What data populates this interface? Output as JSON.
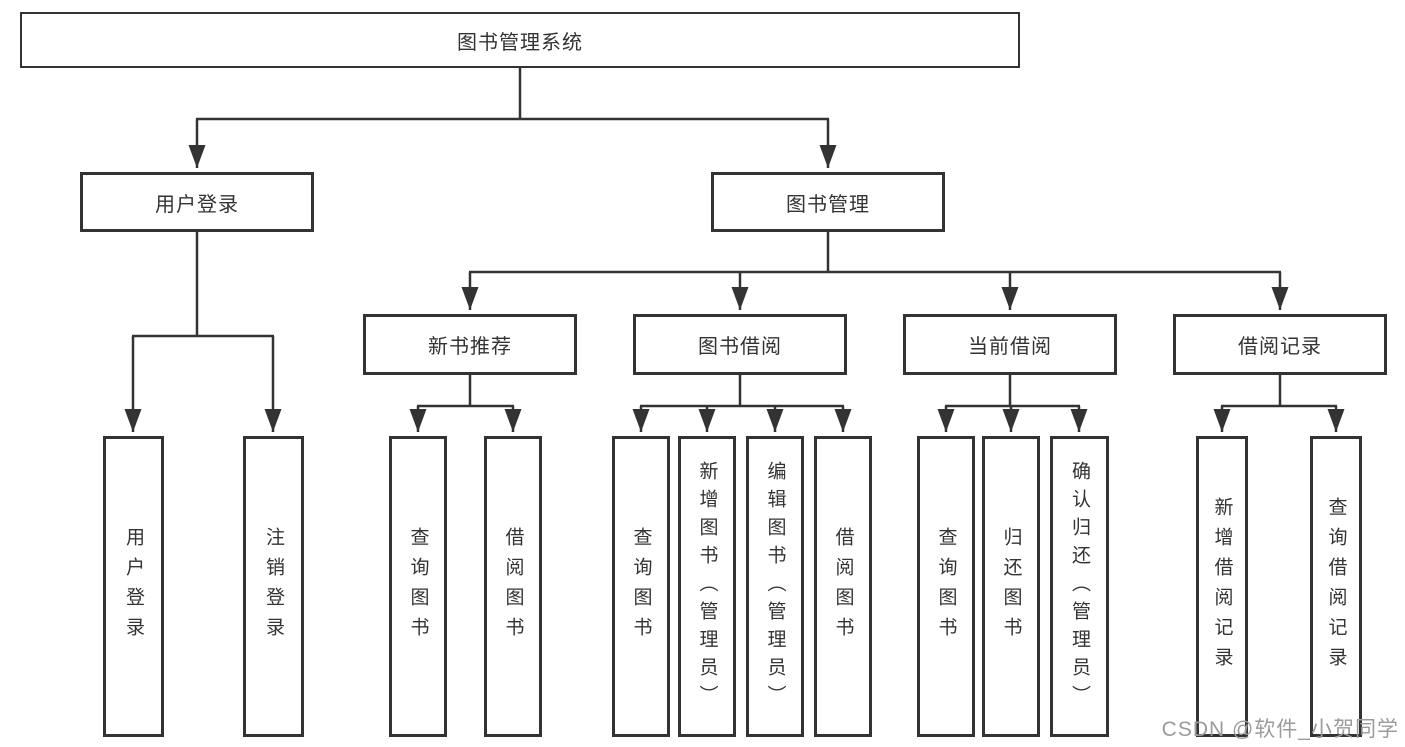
{
  "diagram": {
    "title": "图书管理系统",
    "root": {
      "label": "图书管理系统"
    },
    "level2": [
      {
        "label": "用户登录"
      },
      {
        "label": "图书管理"
      }
    ],
    "level3": [
      {
        "label": "新书推荐",
        "parent": "图书管理"
      },
      {
        "label": "图书借阅",
        "parent": "图书管理"
      },
      {
        "label": "当前借阅",
        "parent": "图书管理"
      },
      {
        "label": "借阅记录",
        "parent": "图书管理"
      }
    ],
    "leaves": [
      {
        "label": "用户登录",
        "parent": "用户登录"
      },
      {
        "label": "注销登录",
        "parent": "用户登录"
      },
      {
        "label": "查询图书",
        "parent": "新书推荐"
      },
      {
        "label": "借阅图书",
        "parent": "新书推荐"
      },
      {
        "label": "查询图书",
        "parent": "图书借阅"
      },
      {
        "label": "新增图书（管理员）",
        "parent": "图书借阅"
      },
      {
        "label": "编辑图书（管理员）",
        "parent": "图书借阅"
      },
      {
        "label": "借阅图书",
        "parent": "图书借阅"
      },
      {
        "label": "查询图书",
        "parent": "当前借阅"
      },
      {
        "label": "归还图书",
        "parent": "当前借阅"
      },
      {
        "label": "确认归还（管理员）",
        "parent": "当前借阅"
      },
      {
        "label": "新增借阅记录",
        "parent": "借阅记录"
      },
      {
        "label": "查询借阅记录",
        "parent": "借阅记录"
      }
    ]
  },
  "watermark": "CSDN @软件_小贺同学",
  "colors": {
    "line": "#333333",
    "border": "#333333",
    "text": "#333333",
    "background": "#ffffff",
    "watermark": "#9b9b9b"
  }
}
